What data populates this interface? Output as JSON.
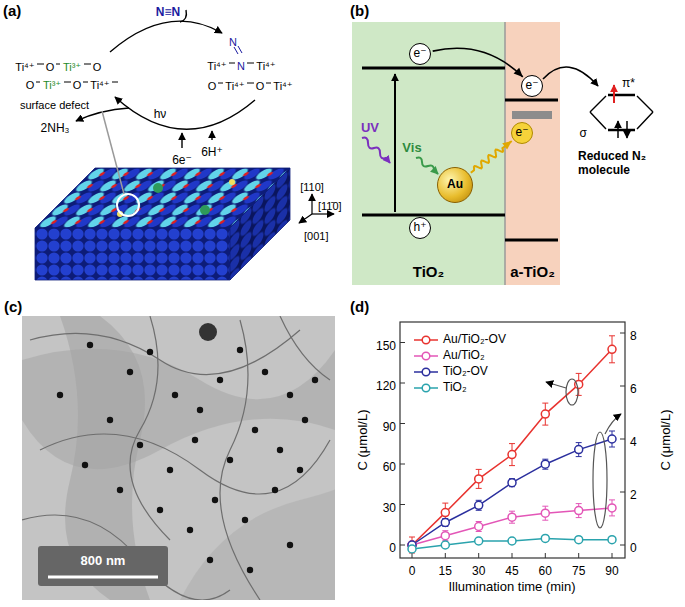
{
  "diagram": {
    "nodes": [
      {
        "text": [
          "TiO₂"
        ]
      },
      {
        "text": [
          "e⁻"
        ],
        "in": 0
      },
      {
        "text": [
          "Au"
        ],
        "in": 0
      },
      {
        "text": [
          "h⁺"
        ],
        "in": 0
      },
      {
        "text": [
          "a-TiO₂"
        ]
      },
      {
        "text": [
          "e⁻"
        ],
        "in": 4
      },
      {
        "text": [
          "e⁻"
        ],
        "in": 4
      }
    ],
    "edges": [
      {
        "from": 1,
        "to": 5,
        "arrow": "to"
      },
      {
        "from": 2,
        "to": 6,
        "arrow": "to"
      }
    ],
    "labels": [
      "(a)",
      "N≡N",
      "Ti⁴⁺",
      "O",
      "Ti³⁺",
      "O",
      "O",
      "Ti³⁺",
      "O",
      "Ti⁴⁺",
      "surface defect",
      "N",
      "N",
      "Ti⁴⁺",
      "Ti⁴⁺",
      "O",
      "Ti⁴⁺",
      "O",
      "Ti⁴⁺",
      "hν",
      "6H⁺",
      "2NH₃",
      "6e⁻",
      "[110]",
      "[11̄0]",
      "[001]",
      "(b)",
      "UV",
      "Vis",
      "π*",
      "σ",
      "Reduced N₂ molecule",
      "(c)",
      "800 nm",
      "(d)",
      "0",
      "30",
      "60",
      "90",
      "120",
      "150",
      "0",
      "2",
      "4",
      "6",
      "8",
      "0",
      "15",
      "30",
      "45",
      "60",
      "75",
      "90",
      "C (μmol/L)",
      "C (μmol/L)",
      "Illumination time (min)"
    ],
    "legend": [
      {
        "text": "Au/TiO₂-OV"
      },
      {
        "text": "Au/TiO₂"
      },
      {
        "text": "TiO₂-OV"
      },
      {
        "text": "TiO₂"
      }
    ]
  }
}
